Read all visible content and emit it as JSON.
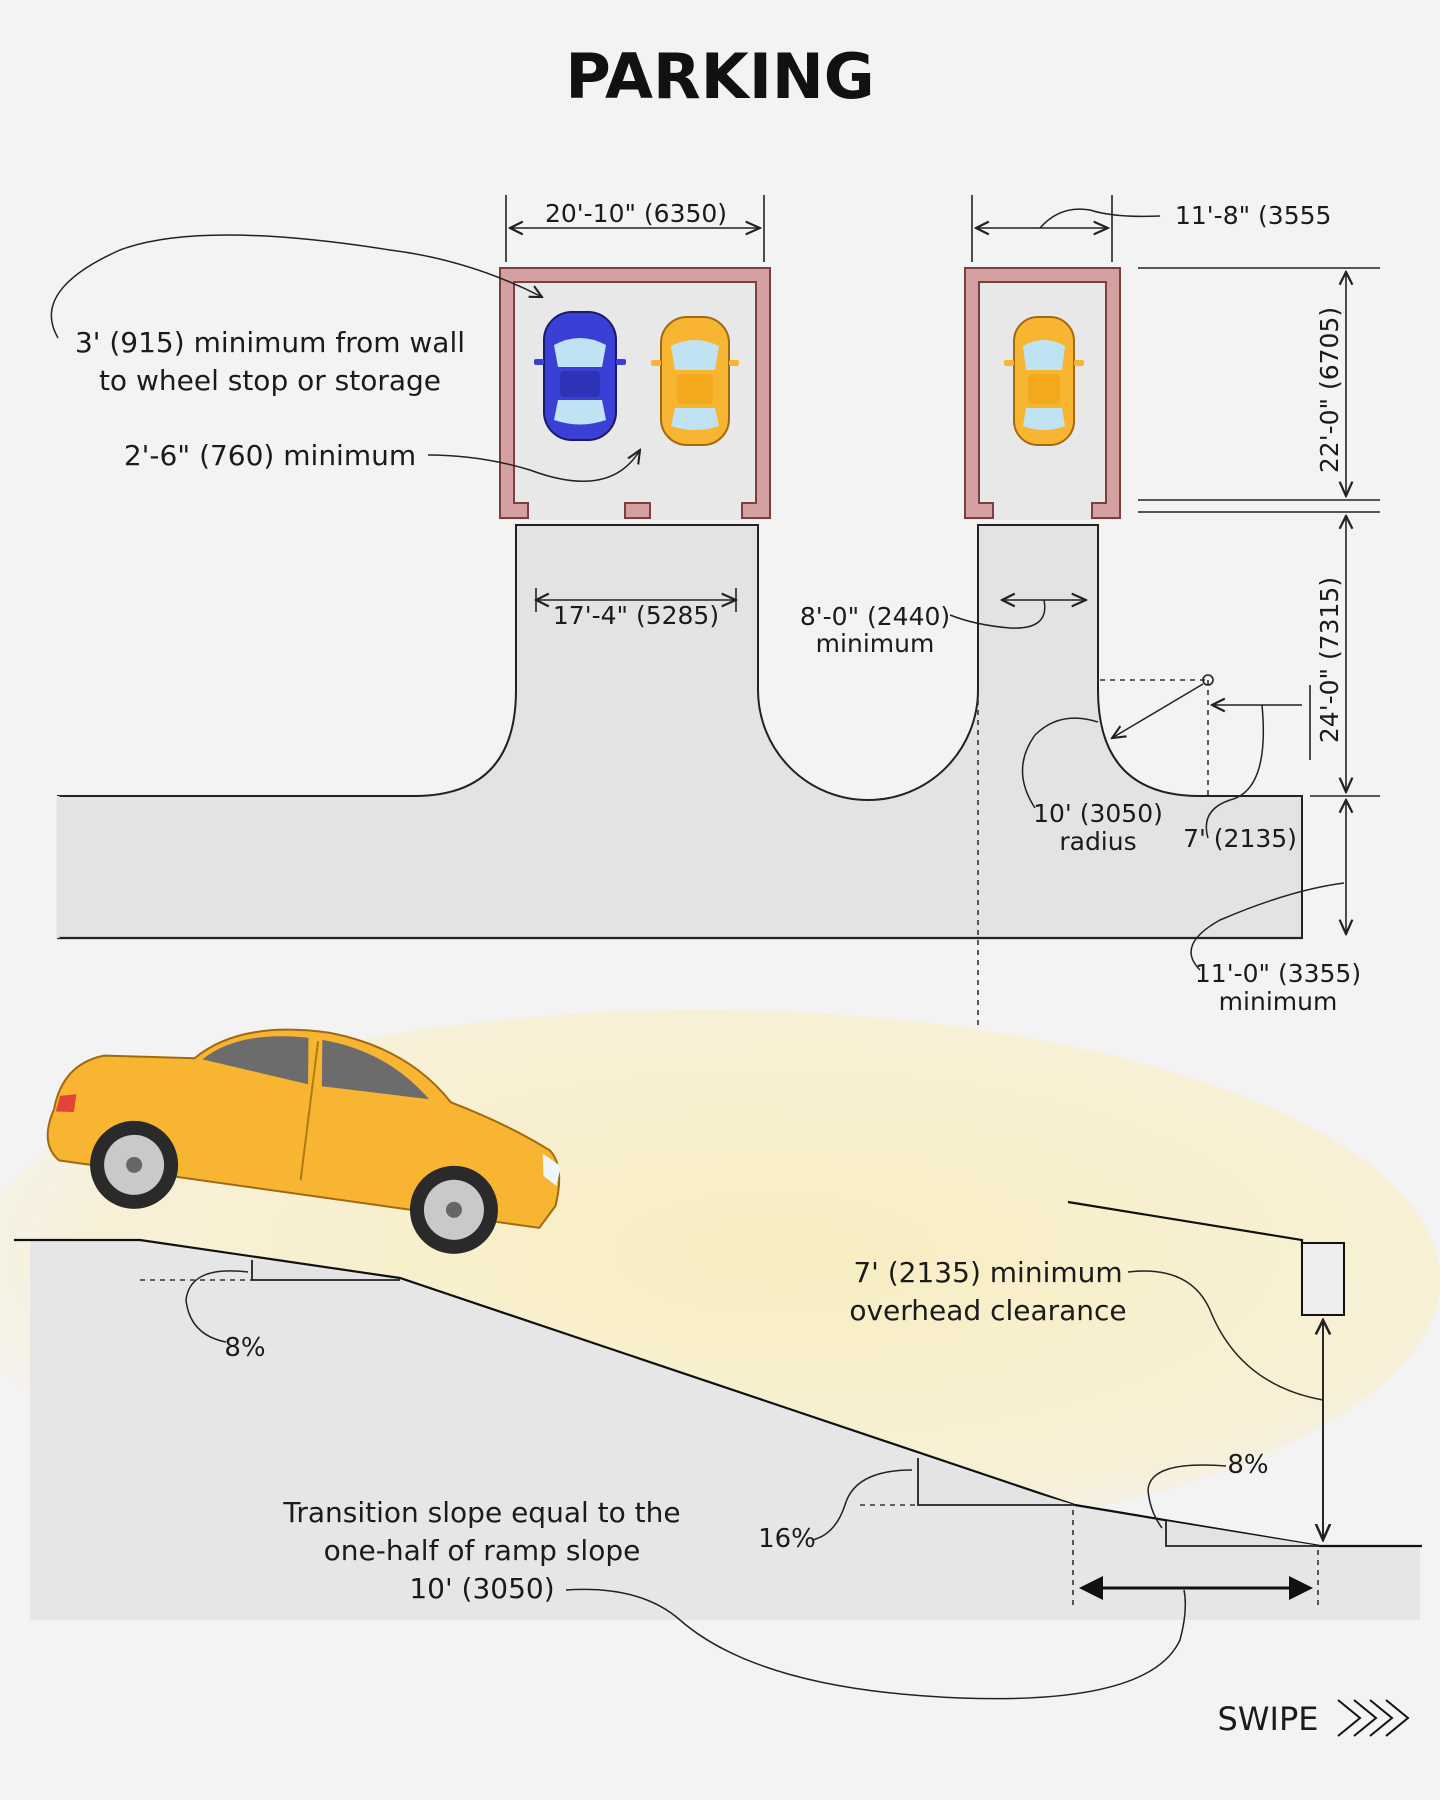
{
  "title": "PARKING",
  "plan": {
    "dim_double_width": "20'-10\" (6350)",
    "dim_single_width": "11'-8\" (3555",
    "dim_garage_depth": "22'-0\" (6705)",
    "dim_door_double": "17'-4\" (5285)",
    "dim_door_single_1": "8'-0\" (2440)",
    "dim_door_single_2": "minimum",
    "dim_apron_depth": "24'-0\" (7315)",
    "note_wall_1": "3' (915) minimum from wall",
    "note_wall_2": "to wheel stop or storage",
    "note_between": "2'-6\" (760) minimum",
    "radius_1": "10' (3050)",
    "radius_2": "radius",
    "dim_7": "7' (2135)",
    "street_1": "11'-0\" (3355)",
    "street_2": "minimum"
  },
  "section": {
    "clearance_1": "7' (2135) minimum",
    "clearance_2": "overhead clearance",
    "slope_top": "8%",
    "slope_mid": "16%",
    "slope_bottom": "8%",
    "transition_1": "Transition slope equal to the",
    "transition_2": "one-half of ramp slope",
    "transition_3": "10' (3050)"
  },
  "swipe": "SWIPE",
  "colors": {
    "wall": "#d4a0a0",
    "wall_stroke": "#7a3f3f",
    "pavement": "#e3e3e3",
    "car_blue": "#3a3fd6",
    "car_yellow": "#f7b531",
    "glow": "#f8eec2"
  }
}
